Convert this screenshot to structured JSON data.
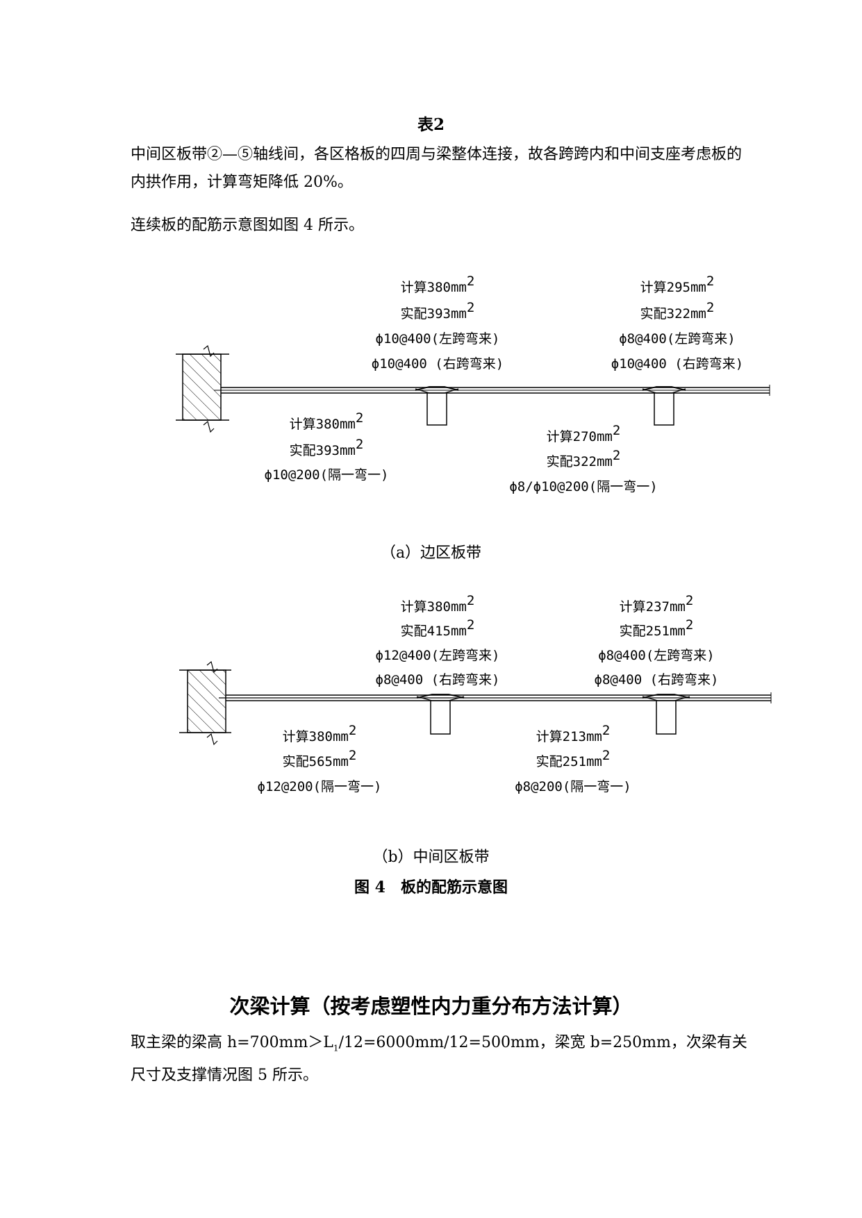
{
  "table_caption": "表2",
  "paragraph1": "中间区板带②—⑤轴线间，各区格板的四周与梁整体连接，故各跨跨内和中间支座考虑板的内拱作用，计算弯矩降低 20%。",
  "paragraph2": "连续板的配筋示意图如图 4 所示。",
  "figure_a": {
    "caption": "（a）边区板带",
    "support1": [
      "计算380mm",
      "实配393mm",
      "ϕ10@400(左跨弯来)",
      "ϕ10@400 (右跨弯来)"
    ],
    "support2": [
      "计算295mm",
      "实配322mm",
      "ϕ8@400(左跨弯来)",
      "ϕ10@400 (右跨弯来)"
    ],
    "span1": [
      "计算380mm",
      "实配393mm",
      "ϕ10@200(隔一弯一)"
    ],
    "span2": [
      "计算270mm",
      "实配322mm",
      "ϕ8/ϕ10@200(隔一弯一)"
    ],
    "superscript": "2"
  },
  "figure_b": {
    "caption": "（b）中间区板带",
    "support1": [
      "计算380mm",
      "实配415mm",
      "ϕ12@400(左跨弯来)",
      "ϕ8@400 (右跨弯来)"
    ],
    "support2": [
      "计算237mm",
      "实配251mm",
      "ϕ8@400(左跨弯来)",
      "ϕ8@400 (右跨弯来)"
    ],
    "span1": [
      "计算380mm",
      "实配565mm",
      "ϕ12@200(隔一弯一)"
    ],
    "span2": [
      "计算213mm",
      "实配251mm",
      "ϕ8@200(隔一弯一)"
    ],
    "superscript": "2"
  },
  "figure_caption": "图 4　板的配筋示意图",
  "section_title": "次梁计算（按考虑塑性内力重分布方法计算）",
  "paragraph3_pre": "取主梁的梁高 h=700mm＞L",
  "paragraph3_sub": "1",
  "paragraph3_post": "/12=6000mm/12=500mm，梁宽 b=250mm，次梁有关尺寸及支撑情况图 5 所示。"
}
